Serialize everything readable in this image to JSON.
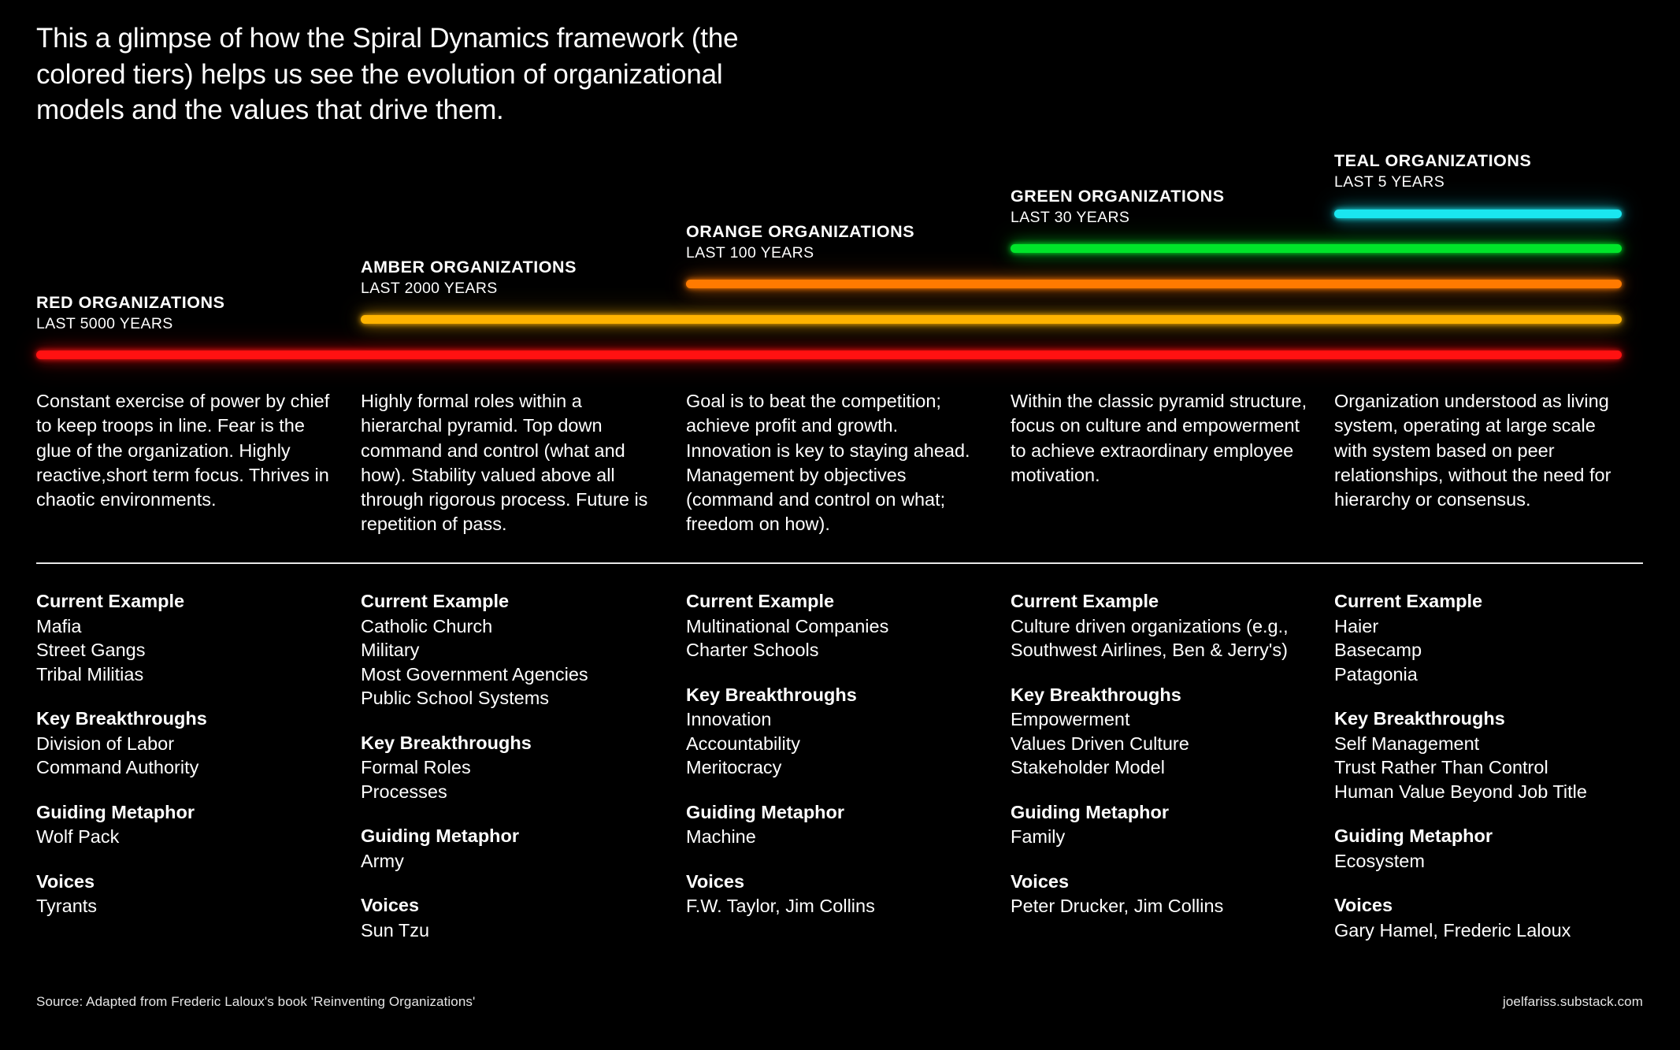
{
  "headline": "This a glimpse of how the Spiral Dynamics framework (the\ncolored tiers) helps us see the evolution of organizational\nmodels and the values that drive them.",
  "tiers": [
    {
      "key": "red",
      "title": "RED ORGANIZATIONS",
      "subtitle": "LAST 5000 YEARS",
      "color": "#ff1111",
      "description": "Constant exercise of power by chief to keep troops in line. Fear is the glue of the organization. Highly reactive,short term focus. Thrives in chaotic environments."
    },
    {
      "key": "amber",
      "title": "AMBER ORGANIZATIONS",
      "subtitle": "LAST 2000 YEARS",
      "color": "#ffb300",
      "description": "Highly formal roles within a hierarchal pyramid. Top down command and control (what and how). Stability valued above all through rigorous process. Future is repetition of pass."
    },
    {
      "key": "orange",
      "title": "ORANGE ORGANIZATIONS",
      "subtitle": "LAST 100 YEARS",
      "color": "#ff7a00",
      "description": "Goal is to beat the competition; achieve profit and growth. Innovation is key to staying ahead. Management by objectives (command and control on what; freedom on how)."
    },
    {
      "key": "green",
      "title": "GREEN ORGANIZATIONS",
      "subtitle": "LAST 30 YEARS",
      "color": "#00e52a",
      "description": "Within the classic pyramid structure, focus on culture and empowerment to achieve extraordinary employee motivation."
    },
    {
      "key": "teal",
      "title": "TEAL ORGANIZATIONS",
      "subtitle": "LAST 5 YEARS",
      "color": "#1ae6f0",
      "description": "Organization understood as living system, operating at large scale with system based on peer relationships, without the need for hierarchy or consensus."
    }
  ],
  "section_labels": {
    "current_example": "Current Example",
    "key_breakthroughs": "Key Breakthroughs",
    "guiding_metaphor": "Guiding Metaphor",
    "voices": "Voices"
  },
  "details": [
    {
      "key": "red",
      "current_example": [
        "Mafia",
        "Street Gangs",
        "Tribal Militias"
      ],
      "key_breakthroughs": [
        "Division of Labor",
        "Command Authority"
      ],
      "guiding_metaphor": [
        "Wolf Pack"
      ],
      "voices": [
        "Tyrants"
      ]
    },
    {
      "key": "amber",
      "current_example": [
        "Catholic Church",
        "Military",
        "Most Government Agencies",
        "Public School Systems"
      ],
      "key_breakthroughs": [
        "Formal Roles",
        "Processes"
      ],
      "guiding_metaphor": [
        "Army"
      ],
      "voices": [
        "Sun Tzu"
      ]
    },
    {
      "key": "orange",
      "current_example": [
        "Multinational Companies",
        "Charter Schools"
      ],
      "key_breakthroughs": [
        "Innovation",
        "Accountability",
        "Meritocracy"
      ],
      "guiding_metaphor": [
        "Machine"
      ],
      "voices": [
        "F.W. Taylor, Jim Collins"
      ]
    },
    {
      "key": "green",
      "current_example": [
        "Culture driven organizations (e.g., Southwest Airlines, Ben & Jerry's)"
      ],
      "key_breakthroughs": [
        "Empowerment",
        "Values Driven Culture",
        "Stakeholder Model"
      ],
      "guiding_metaphor": [
        "Family"
      ],
      "voices": [
        "Peter Drucker, Jim Collins"
      ]
    },
    {
      "key": "teal",
      "current_example": [
        "Haier",
        "Basecamp",
        "Patagonia"
      ],
      "key_breakthroughs": [
        "Self Management",
        "Trust Rather Than Control",
        "Human Value Beyond Job Title"
      ],
      "guiding_metaphor": [
        "Ecosystem"
      ],
      "voices": [
        "Gary Hamel, Frederic Laloux"
      ]
    }
  ],
  "footer": {
    "source": "Source: Adapted from Frederic Laloux's book 'Reinventing Organizations'",
    "site": "joelfariss.substack.com"
  }
}
